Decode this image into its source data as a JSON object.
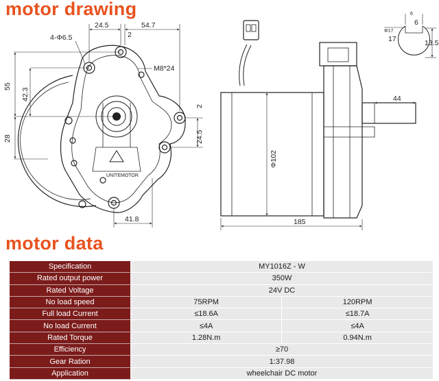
{
  "titles": {
    "drawing": "motor drawing",
    "data": "motor data"
  },
  "front_view": {
    "dims": {
      "top_left": "24.5",
      "top_gap": "2",
      "top_right": "54.7",
      "hole": "4-Φ6.5",
      "thread": "M8*24",
      "h_55": "55",
      "h_42_3": "42.3",
      "h_28": "28",
      "r_2": "2",
      "r_24_5": "24.5",
      "bottom": "41.8"
    },
    "logo_text": "UNITEMOTOR"
  },
  "side_view": {
    "dims": {
      "diameter": "Φ102",
      "shaft": "44",
      "length": "185"
    }
  },
  "shaft_detail": {
    "dims": {
      "keyway_top": "6",
      "keyway_small": "6",
      "shaft_dia_small": "Φ17",
      "shaft_dia": "17",
      "height": "13.5"
    }
  },
  "table": {
    "rows": [
      {
        "label": "Specification",
        "values": [
          "MY1016Z - W"
        ]
      },
      {
        "label": "Rated output power",
        "values": [
          "350W"
        ]
      },
      {
        "label": "Rated Voltage",
        "values": [
          "24V DC"
        ]
      },
      {
        "label": "No load speed",
        "values": [
          "75RPM",
          "120RPM"
        ]
      },
      {
        "label": "Full load Current",
        "values": [
          "≤18.6A",
          "≤18.7A"
        ]
      },
      {
        "label": "No load Current",
        "values": [
          "≤4A",
          "≤4A"
        ]
      },
      {
        "label": "Rated Torque",
        "values": [
          "1.28N.m",
          "0.94N.m"
        ]
      },
      {
        "label": "Efficiency",
        "values": [
          "≥70"
        ]
      },
      {
        "label": "Gear Ration",
        "values": [
          "1:37.98"
        ]
      },
      {
        "label": "Application",
        "values": [
          "wheelchair DC motor"
        ]
      }
    ]
  }
}
